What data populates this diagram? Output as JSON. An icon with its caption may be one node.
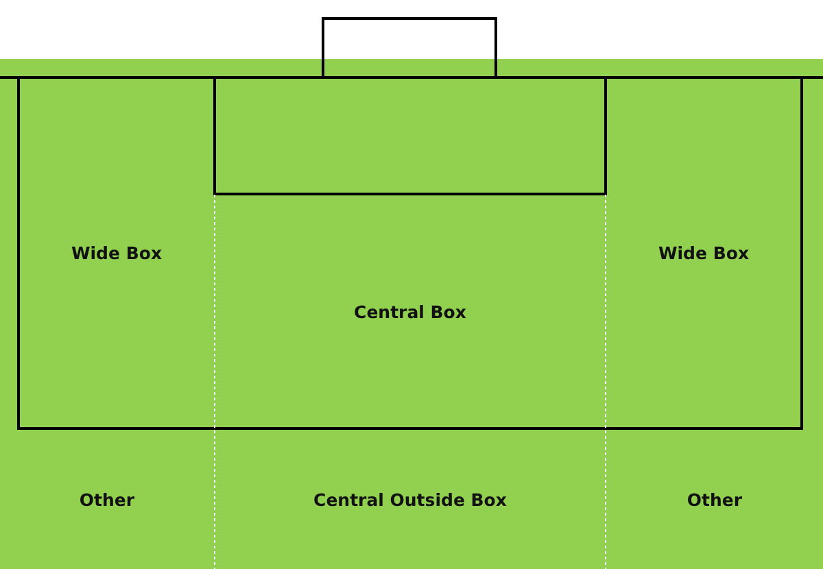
{
  "diagram": {
    "nodes": [
      {
        "text": [
          "Wide Box"
        ]
      },
      {
        "text": [
          "Central Box"
        ]
      },
      {
        "text": [
          "Wide Box"
        ]
      },
      {
        "text": [
          "Other"
        ]
      },
      {
        "text": [
          "Central Outside Box"
        ]
      },
      {
        "text": [
          "Other"
        ]
      }
    ]
  }
}
